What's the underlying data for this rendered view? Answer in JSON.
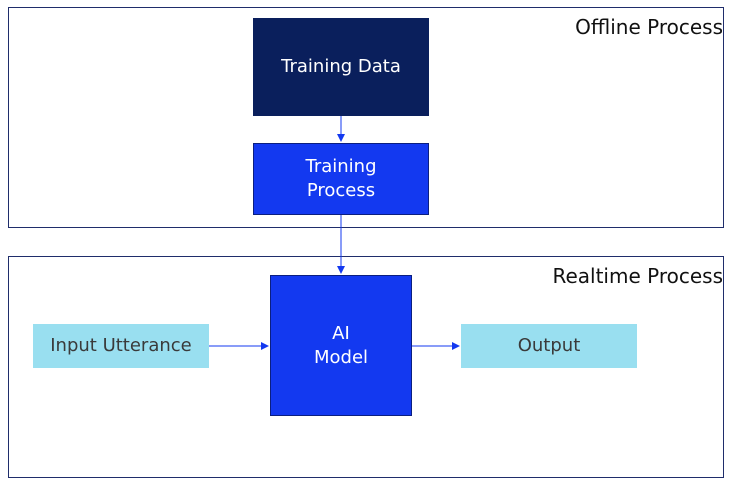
{
  "panels": {
    "offline": {
      "title": "Offline Process"
    },
    "realtime": {
      "title": "Realtime Process"
    }
  },
  "boxes": {
    "training_data": "Training Data",
    "training_process": "Training\nProcess",
    "ai_model": "AI\nModel",
    "input_utterance": "Input Utterance",
    "output": "Output"
  },
  "colors": {
    "dark_navy": "#0a1f5c",
    "primary_blue": "#1339f0",
    "light_cyan": "#99dff0",
    "border": "#1f2d6b"
  }
}
